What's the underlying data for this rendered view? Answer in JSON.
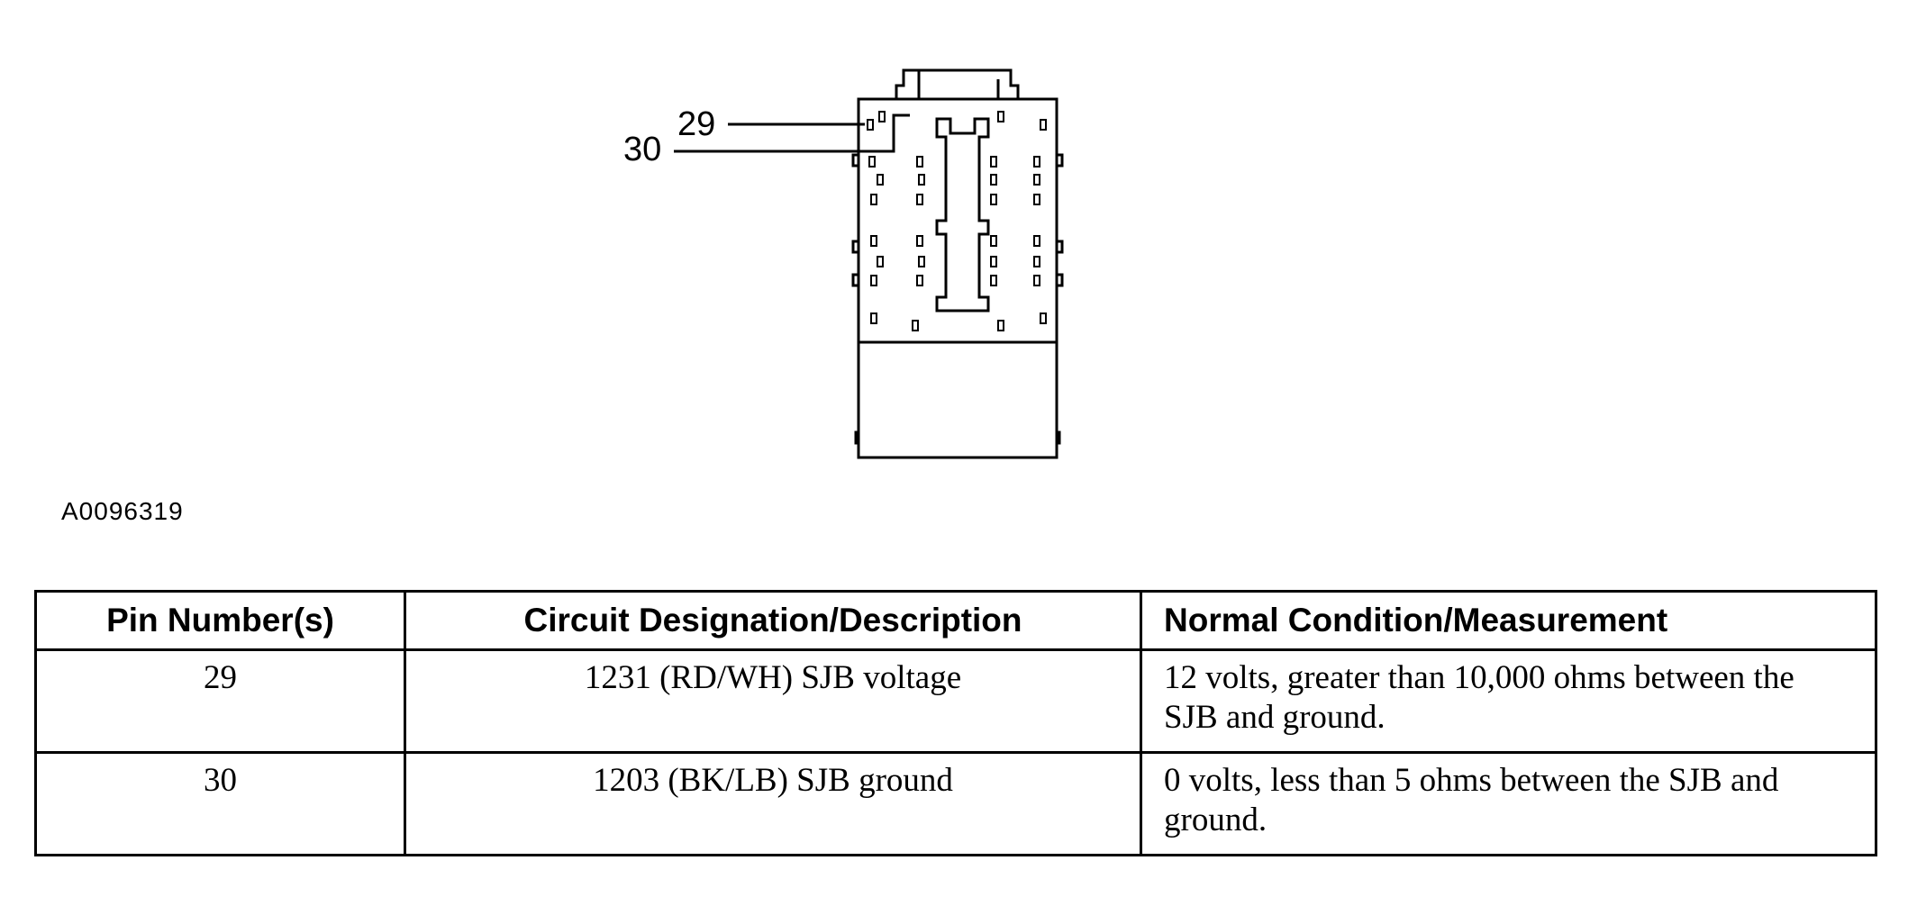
{
  "diagram": {
    "callouts": [
      {
        "pin": "29"
      },
      {
        "pin": "30"
      }
    ],
    "figure_id": "A0096319"
  },
  "table": {
    "headers": {
      "pin": "Pin Number(s)",
      "circuit": "Circuit Designation/Description",
      "normal": "Normal Condition/Measurement"
    },
    "rows": [
      {
        "pin": "29",
        "circuit": "1231 (RD/WH) SJB voltage",
        "normal": "12 volts, greater than 10,000 ohms between the SJB and ground."
      },
      {
        "pin": "30",
        "circuit": "1203 (BK/LB) SJB ground",
        "normal": "0 volts, less than 5 ohms between the SJB and ground."
      }
    ]
  }
}
